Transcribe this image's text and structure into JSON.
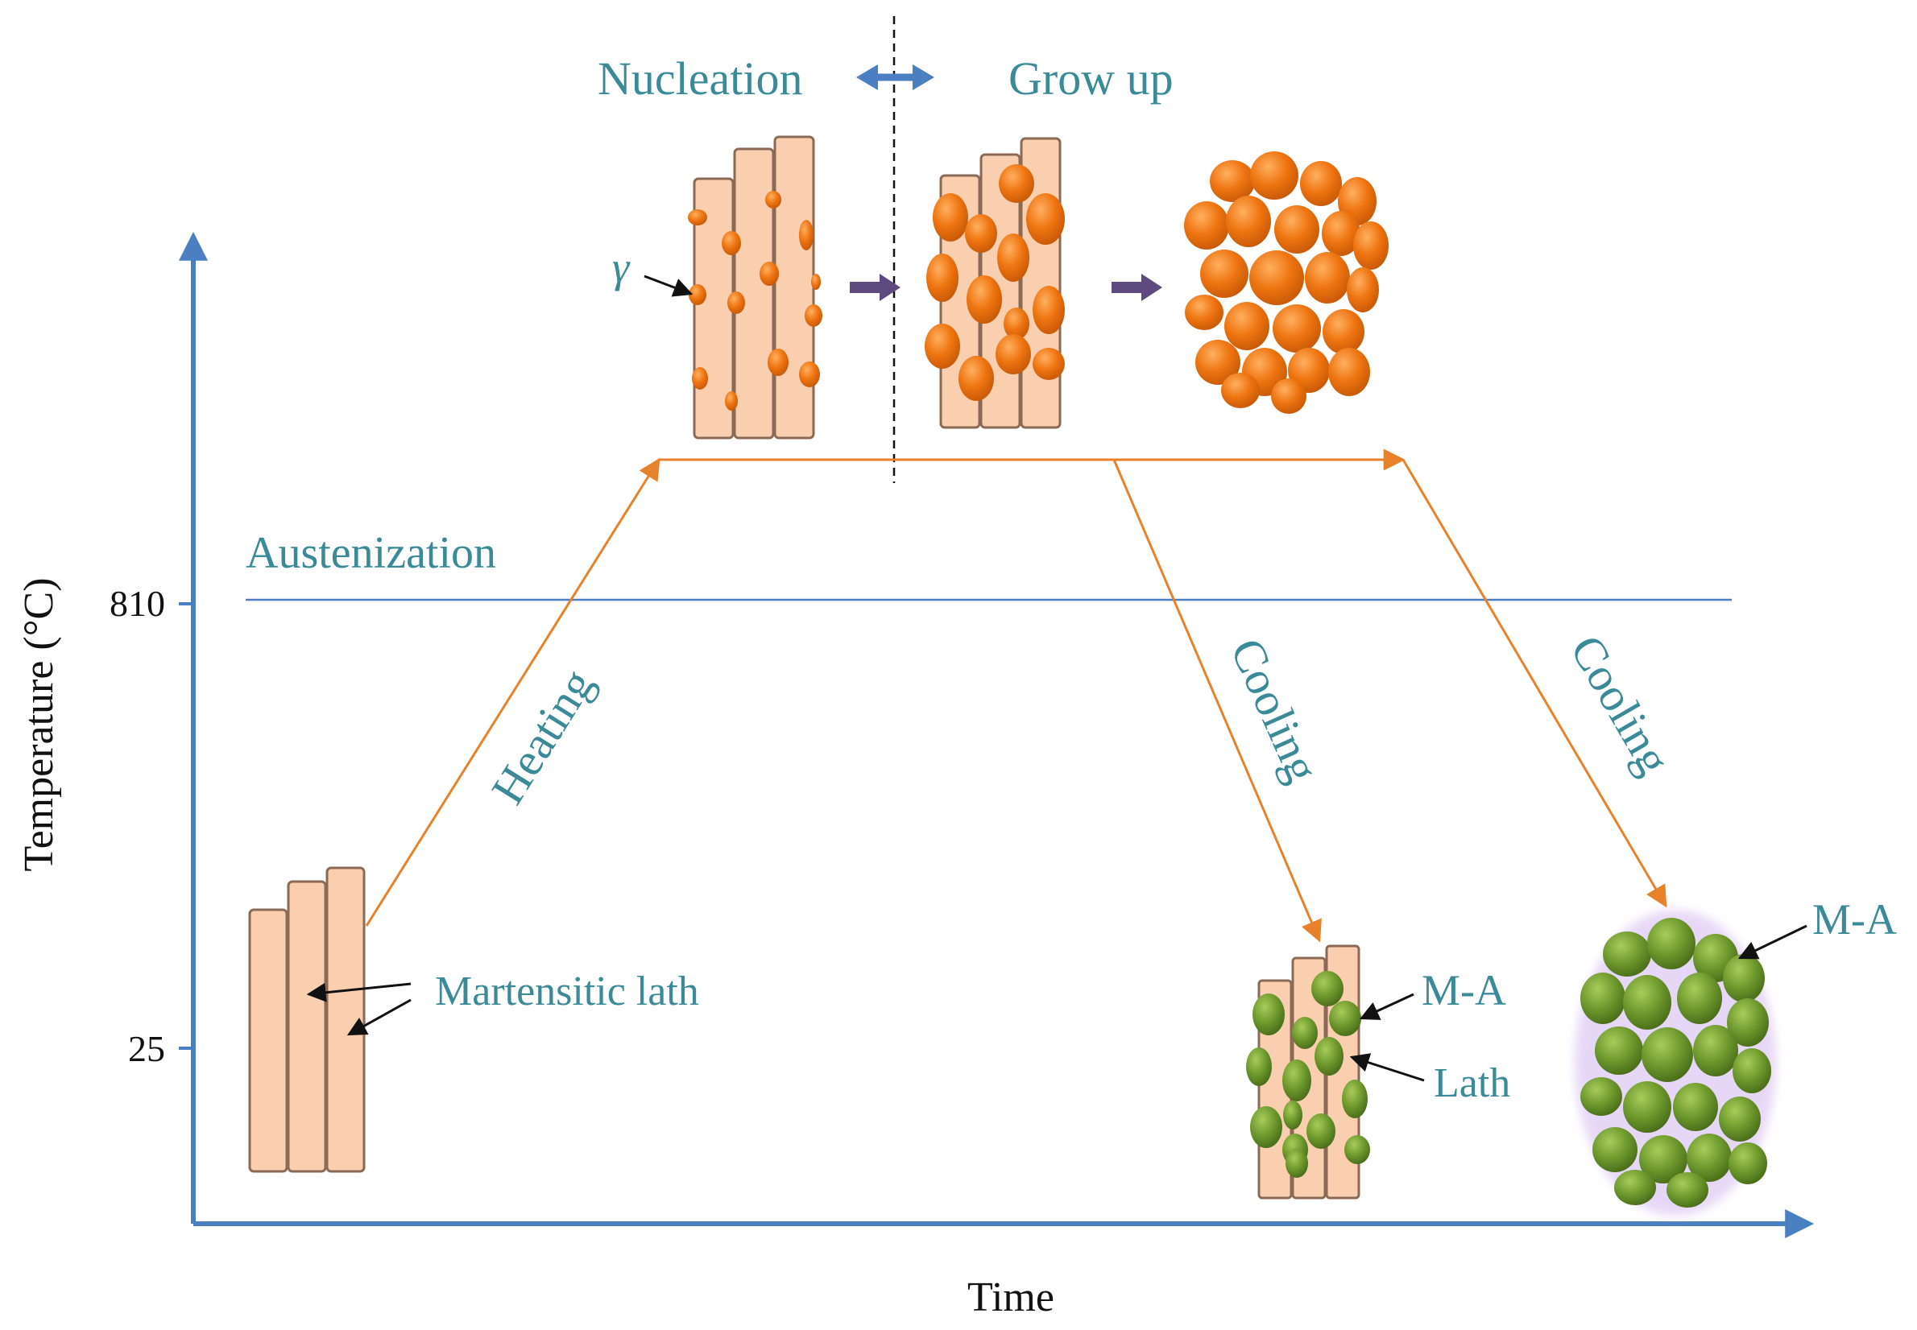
{
  "axes": {
    "y_label": "Temperature (°C)",
    "x_label": "Time",
    "ticks": [
      {
        "label": "810"
      },
      {
        "label": "25"
      }
    ]
  },
  "phases": {
    "nucleation": "Nucleation",
    "grow_up": "Grow up",
    "austenization": "Austenization",
    "heating": "Heating",
    "cooling_1": "Cooling",
    "cooling_2": "Cooling"
  },
  "annotations": {
    "gamma": "γ",
    "martensitic_lath": "Martensitic  lath",
    "ma_1": "M-A",
    "lath": "Lath",
    "ma_2": "M-A"
  },
  "colors": {
    "axis": "#4a7fc1",
    "austenization_line": "#4a7fc1",
    "path": "#e8822a",
    "text": "#3a8a98",
    "lath_fill": "#f9cfb0",
    "austenite": "#ee7410",
    "ma_phase": "#6f9a2e",
    "step_arrow": "#5e4a7e"
  }
}
